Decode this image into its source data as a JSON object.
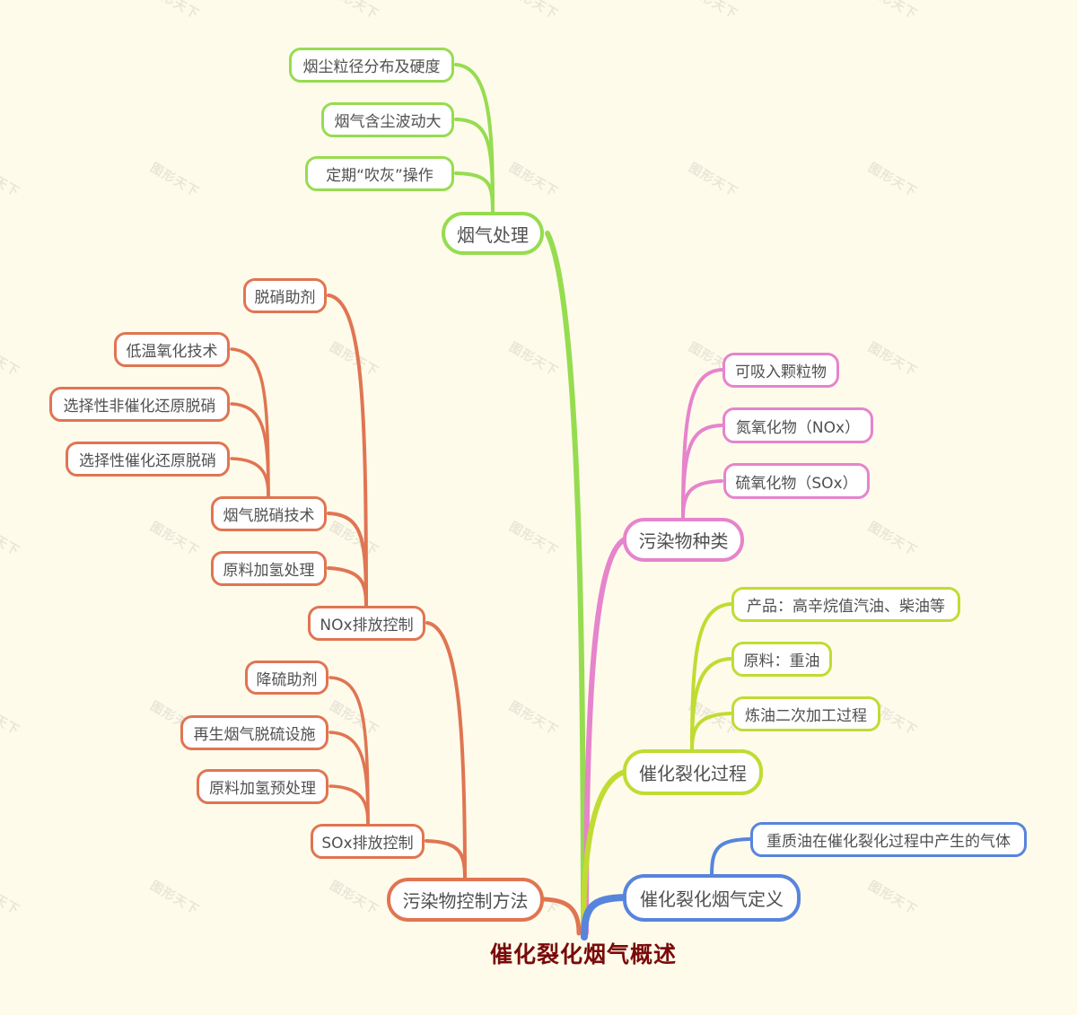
{
  "root": {
    "label": "催化裂化烟气概述",
    "color": "#7a0a0a"
  },
  "branches": {
    "flue_gas_treatment": {
      "label": "烟气处理",
      "color": "#96dc50",
      "children": [
        "烟尘粒径分布及硬度",
        "烟气含尘波动大",
        "定期“吹灰”操作"
      ]
    },
    "pollutant_control": {
      "label": "污染物控制方法",
      "color": "#e07552",
      "nox_control": {
        "label": "NOx排放控制",
        "children": {
          "denitration_additive": "脱硝助剂",
          "flue_gas_denitration": {
            "label": "烟气脱硝技术",
            "children": [
              "低温氧化技术",
              "选择性非催化还原脱硝",
              "选择性催化还原脱硝"
            ]
          },
          "feed_hydrotreating": "原料加氢处理"
        }
      },
      "sox_control": {
        "label": "SOx排放控制",
        "children": [
          "降硫助剂",
          "再生烟气脱硫设施",
          "原料加氢预处理"
        ]
      }
    },
    "pollutant_types": {
      "label": "污染物种类",
      "color": "#e684cc",
      "children": [
        "可吸入颗粒物",
        "氮氧化物（NOx）",
        "硫氧化物（SOx）"
      ]
    },
    "fcc_process": {
      "label": "催化裂化过程",
      "color": "#c0dc32",
      "children": [
        "产品：高辛烷值汽油、柴油等",
        "原料：重油",
        "炼油二次加工过程"
      ]
    },
    "fcc_definition": {
      "label": "催化裂化烟气定义",
      "color": "#5884dc",
      "children": [
        "重质油在催化裂化过程中产生的气体"
      ]
    }
  },
  "watermark": "图形天下"
}
